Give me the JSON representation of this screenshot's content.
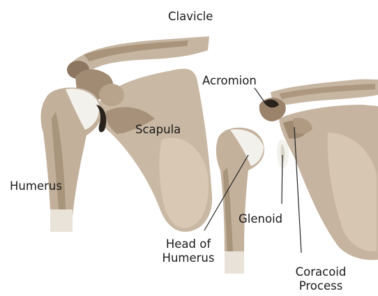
{
  "labels": {
    "clavicle": "Clavicle",
    "acromion": "Acromion",
    "scapula": "Scapula",
    "humerus": "Humerus",
    "glenoid": "Glenoid",
    "head_of_humerus_line1": "Head of",
    "head_of_humerus_line2": "Humerus",
    "coracoid_line1": "Coracoid",
    "coracoid_line2": "Process"
  },
  "colors": {
    "bone_light": "#cfc0ad",
    "bone_mid": "#b9a48b",
    "bone_dark": "#9c8670",
    "bone_shadow": "#6f5c4a",
    "cartilage": "#f3f1ec",
    "joint_dark": "#2a231c",
    "leader_line": "#222222"
  }
}
